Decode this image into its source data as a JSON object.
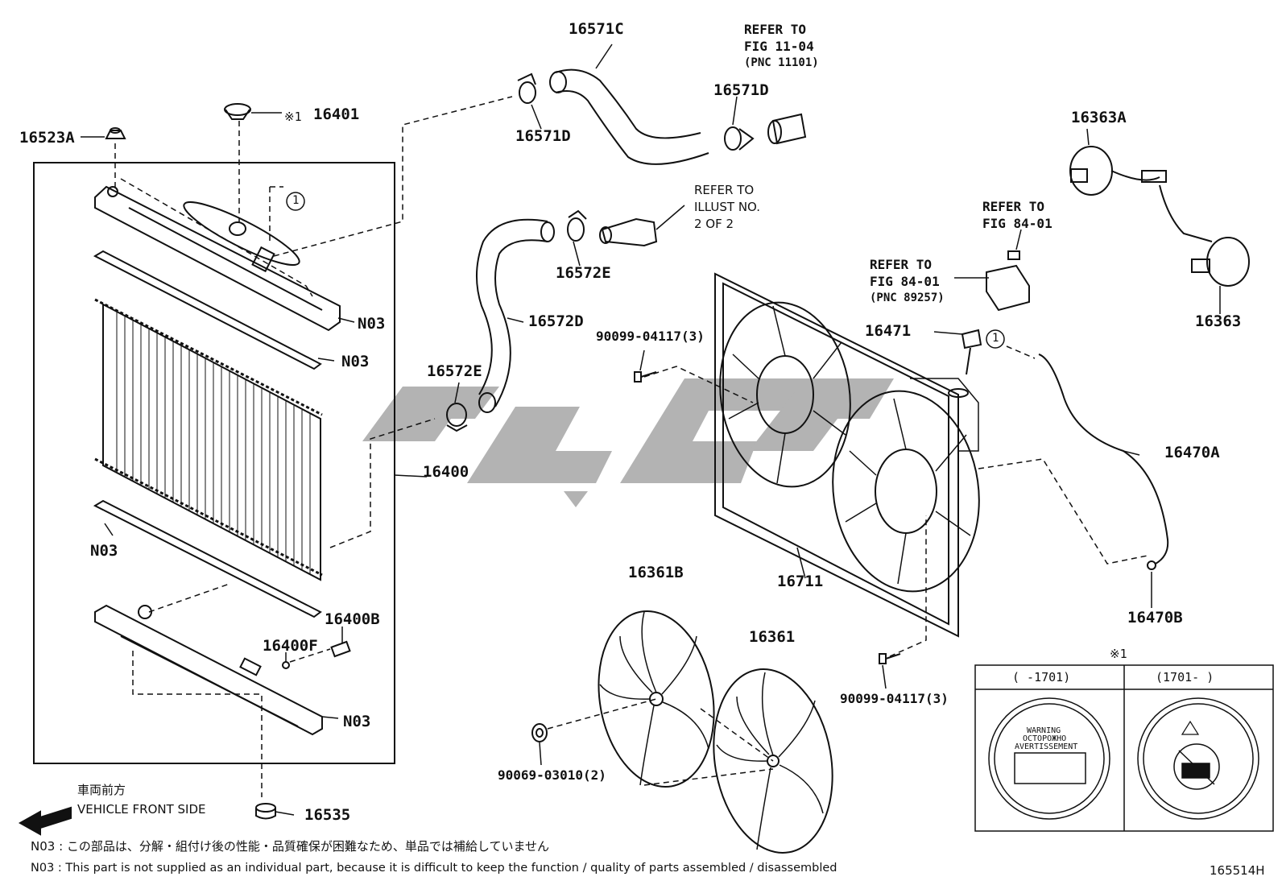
{
  "parts": {
    "p16523A": "16523A",
    "p16401": "16401",
    "p16401_mark": "※1",
    "p16571C": "16571C",
    "p16571D_a": "16571D",
    "p16571D_b": "16571D",
    "p16572E_a": "16572E",
    "p16572E_b": "16572E",
    "p16572D": "16572D",
    "p16363A": "16363A",
    "p16363": "16363",
    "p16471": "16471",
    "p16470A": "16470A",
    "p16470B": "16470B",
    "p16400": "16400",
    "p16400B": "16400B",
    "p16400F": "16400F",
    "p16535": "16535",
    "p16361B": "16361B",
    "p16361": "16361",
    "p16711": "16711",
    "bolt_a": "90099-04117(3)",
    "bolt_b": "90099-04117(3)",
    "nut": "90069-03010(2)",
    "n03_a": "N03",
    "n03_b": "N03",
    "n03_c": "N03",
    "n03_d": "N03",
    "circle_1a": "1",
    "circle_1b": "1"
  },
  "references": {
    "fig1104": [
      "REFER TO",
      "FIG 11-04",
      "(PNC 11101)"
    ],
    "illust": [
      "REFER TO",
      "ILLUST NO.",
      "2 OF 2"
    ],
    "fig8401a": [
      "REFER TO",
      "FIG 84-01"
    ],
    "fig8401b": [
      "REFER TO",
      "FIG 84-01",
      "(PNC 89257)"
    ]
  },
  "inset": {
    "mark": "※1",
    "col1": "(    -1701)",
    "col2": "(1701-    )",
    "cap_text": [
      "WARNING",
      "OCTOPOЖHO",
      "AVERTISSEMENT"
    ]
  },
  "front": {
    "jp": "車両前方",
    "en": "VEHICLE FRONT SIDE"
  },
  "notes": {
    "jp": "N03 : この部品は、分解・組付け後の性能・品質確保が困難なため、単品では補給していません",
    "en": "N03 : This part is not supplied as an individual part, because it is difficult to keep the function / quality of parts assembled / disassembled"
  },
  "figure_id": "165514H"
}
